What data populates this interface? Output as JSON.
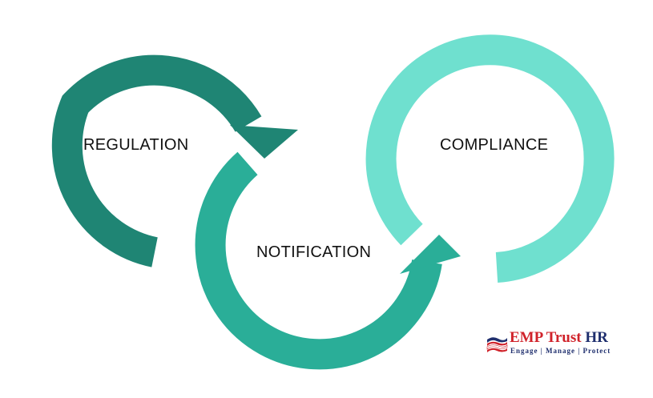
{
  "stages": [
    {
      "label": "REGULATION",
      "color": "#1f8574"
    },
    {
      "label": "NOTIFICATION",
      "color": "#2aae98"
    },
    {
      "label": "COMPLIANCE",
      "color": "#6fe0cf"
    }
  ],
  "logo": {
    "brand_part1": "EMP Trust",
    "brand_part2": "HR",
    "tagline": "Engage | Manage | Protect",
    "colors": {
      "red": "#d0222a",
      "navy": "#1f2f6e"
    },
    "icon": "flag-icon"
  }
}
